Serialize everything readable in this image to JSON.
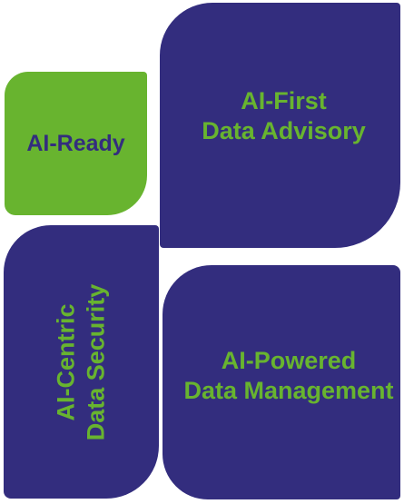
{
  "colors": {
    "navy": "#332d7e",
    "green": "#68b42f",
    "white": "#ffffff"
  },
  "tiles": {
    "ready": {
      "lines": [
        "AI-Ready"
      ]
    },
    "advisory": {
      "lines": [
        "AI-First",
        "Data Advisory"
      ]
    },
    "security": {
      "lines": [
        "AI-Centric",
        "Data Security"
      ]
    },
    "management": {
      "lines": [
        "AI-Powered",
        "Data Management"
      ]
    }
  }
}
